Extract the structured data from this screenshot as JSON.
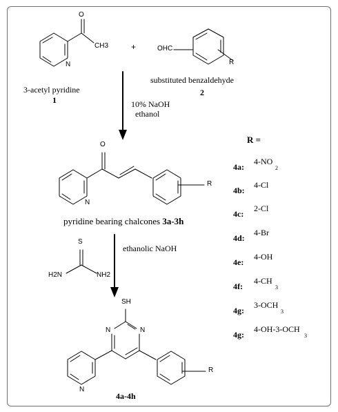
{
  "molecules": {
    "acetylpyridine": {
      "ketone_o": "O",
      "methyl": "CH3",
      "ring_n": "N"
    },
    "plus": "+",
    "aldehyde": {
      "cho": "OHC",
      "r": "R"
    },
    "chalcone": {
      "ketone_o": "O",
      "ring_n": "N",
      "r": "R"
    },
    "thiourea": {
      "s": "S",
      "nh2_left": "H2N",
      "nh2_right": "NH2"
    },
    "product": {
      "sh": "SH",
      "n_left": "N",
      "n_right": "N",
      "ring_n": "N",
      "r": "R"
    }
  },
  "labels": {
    "reactant1_name": "3-acetyl pyridine",
    "reactant1_number": "1",
    "reactant2_name": "substituted benzaldehyde",
    "reactant2_number": "2",
    "step1_conditions": [
      "10% NaOH",
      "ethanol"
    ],
    "chalcone_name": "pyridine bearing chalcones",
    "chalcone_range": "3a-3h",
    "step2_conditions": "ethanolic NaOH",
    "product_range": "4a-4h"
  },
  "substituents": {
    "header": "R =",
    "items": [
      {
        "code": "4a:",
        "value": "4-NO",
        "sub": "2"
      },
      {
        "code": "4b:",
        "value": "4-Cl",
        "sub": ""
      },
      {
        "code": "4c:",
        "value": "2-Cl",
        "sub": ""
      },
      {
        "code": "4d:",
        "value": "4-Br",
        "sub": ""
      },
      {
        "code": "4e:",
        "value": "4-OH",
        "sub": ""
      },
      {
        "code": "4f:",
        "value": "4-CH",
        "sub": "3"
      },
      {
        "code": "4g:",
        "value": "3-OCH",
        "sub": "3"
      },
      {
        "code": "4g:",
        "value": "4-OH-3-OCH",
        "sub": "3"
      }
    ]
  }
}
